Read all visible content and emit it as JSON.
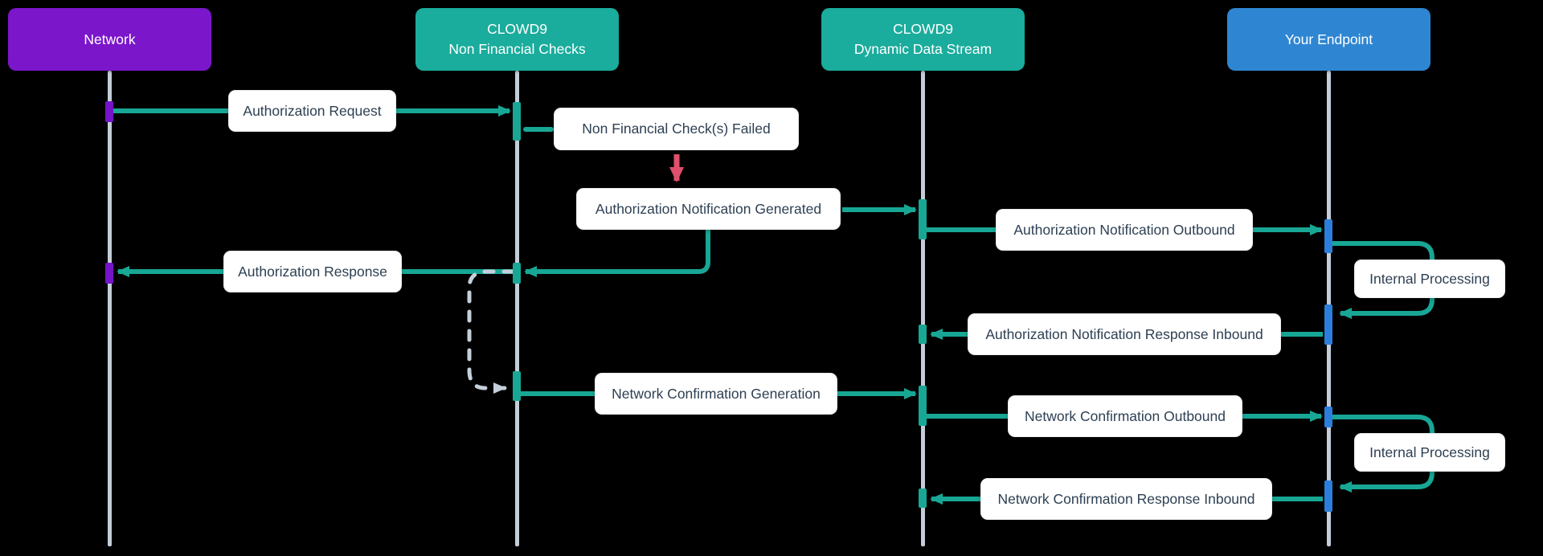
{
  "diagram_type": "sequence-diagram",
  "colors": {
    "background": "#000000",
    "participant_purple": "#7b16cb",
    "participant_teal": "#1aac9c",
    "participant_blue": "#2e86d2",
    "arrow_teal": "#18a795",
    "arrow_red": "#e0506c",
    "lifeline_gray": "#c4cdd8",
    "dashed_gray": "#c4cfda",
    "label_text": "#2e4053",
    "label_background": "#ffffff"
  },
  "participants": [
    {
      "id": "network",
      "lines": [
        "Network"
      ],
      "color": "#7b16cb"
    },
    {
      "id": "clowd9-non-financial-checks",
      "lines": [
        "CLOWD9",
        "Non Financial Checks"
      ],
      "color": "#1aac9c"
    },
    {
      "id": "clowd9-dynamic-data-stream",
      "lines": [
        "CLOWD9",
        "Dynamic Data Stream"
      ],
      "color": "#1aac9c"
    },
    {
      "id": "your-endpoint",
      "lines": [
        "Your Endpoint"
      ],
      "color": "#2e86d2"
    }
  ],
  "messages": [
    {
      "id": "authorization-request",
      "from": "Network",
      "to": "CLOWD9 Non Financial Checks",
      "label": "Authorization Request",
      "style": "solid-teal-arrow"
    },
    {
      "id": "non-financial-checks-failed",
      "participant": "CLOWD9 Non Financial Checks",
      "label": "Non Financial Check(s) Failed",
      "style": "note"
    },
    {
      "id": "authorization-notification-generated",
      "participant": "CLOWD9 Non Financial Checks",
      "to": "CLOWD9 Dynamic Data Stream",
      "label": "Authorization Notification Generated",
      "style": "note-with-red-link-and-teal-arrows"
    },
    {
      "id": "authorization-notification-outbound",
      "from": "CLOWD9 Dynamic Data Stream",
      "to": "Your Endpoint",
      "label": "Authorization Notification Outbound",
      "style": "solid-teal-arrow"
    },
    {
      "id": "internal-processing-1",
      "participant": "Your Endpoint",
      "label": "Internal Processing",
      "style": "self-loop"
    },
    {
      "id": "authorization-notification-response-inbound",
      "from": "Your Endpoint",
      "to": "CLOWD9 Dynamic Data Stream",
      "label": "Authorization Notification Response Inbound",
      "style": "solid-teal-arrow"
    },
    {
      "id": "authorization-response",
      "from": "CLOWD9 Non Financial Checks",
      "to": "Network",
      "label": "Authorization Response",
      "style": "solid-teal-arrow"
    },
    {
      "id": "nfc-dashed-self-transition",
      "participant": "CLOWD9 Non Financial Checks",
      "label": "",
      "style": "dashed-self-loop"
    },
    {
      "id": "network-confirmation-generation",
      "from": "CLOWD9 Non Financial Checks",
      "to": "CLOWD9 Dynamic Data Stream",
      "label": "Network Confirmation Generation",
      "style": "solid-teal-arrow"
    },
    {
      "id": "network-confirmation-outbound",
      "from": "CLOWD9 Dynamic Data Stream",
      "to": "Your Endpoint",
      "label": "Network Confirmation Outbound",
      "style": "solid-teal-arrow"
    },
    {
      "id": "internal-processing-2",
      "participant": "Your Endpoint",
      "label": "Internal Processing",
      "style": "self-loop"
    },
    {
      "id": "network-confirmation-response-inbound",
      "from": "Your Endpoint",
      "to": "CLOWD9 Dynamic Data Stream",
      "label": "Network Confirmation Response Inbound",
      "style": "solid-teal-arrow"
    }
  ]
}
